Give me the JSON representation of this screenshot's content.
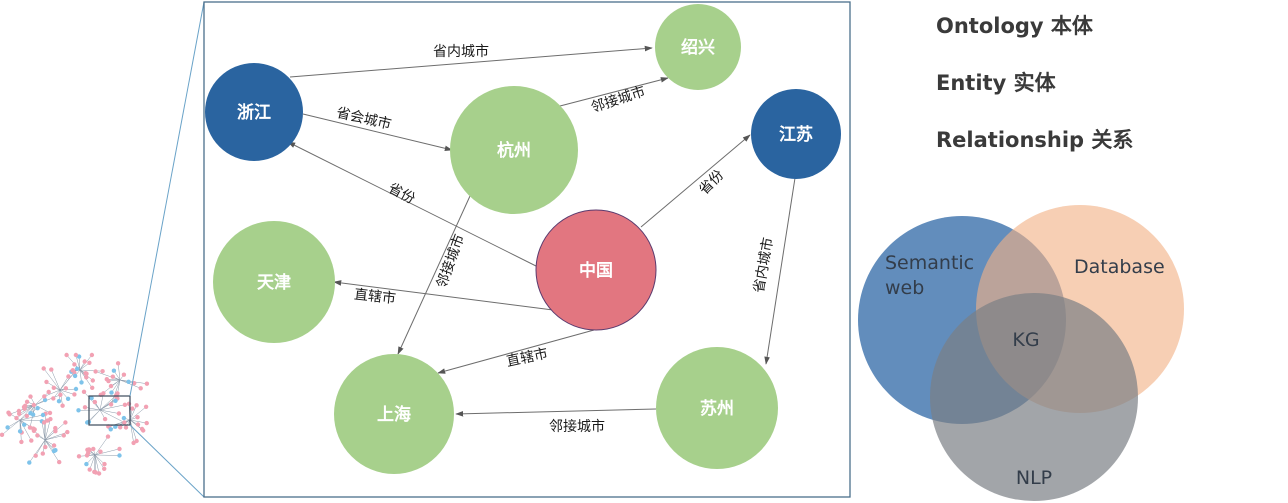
{
  "nodes": {
    "zhejiang": "浙江",
    "hangzhou": "杭州",
    "shaoxing": "绍兴",
    "jiangsu": "江苏",
    "zhongguo": "中国",
    "tianjin": "天津",
    "shanghai": "上海",
    "suzhou": "苏州"
  },
  "edges": {
    "zhejiang_shaoxing": "省内城市",
    "zhejiang_hangzhou": "省会城市",
    "hangzhou_shaoxing": "邻接城市",
    "china_zhejiang": "省份",
    "china_jiangsu": "省份",
    "hangzhou_shanghai": "邻接城市",
    "china_tianjin": "直辖市",
    "china_shanghai": "直辖市",
    "jiangsu_suzhou": "省内城市",
    "suzhou_shanghai": "邻接城市"
  },
  "legend": {
    "ontology": "Ontology 本体",
    "entity": "Entity 实体",
    "relationship": "Relationship 关系"
  },
  "venn": {
    "semantic_line1": "Semantic",
    "semantic_line2": "web",
    "database": "Database",
    "center": "KG",
    "nlp": "NLP"
  },
  "colors": {
    "province_node": "#2a64a0",
    "city_node": "#a7d08c",
    "country_node": "#e27680",
    "semantic_web": "#3f74ad",
    "database": "#f2b186",
    "nlp": "#7b7f84"
  }
}
